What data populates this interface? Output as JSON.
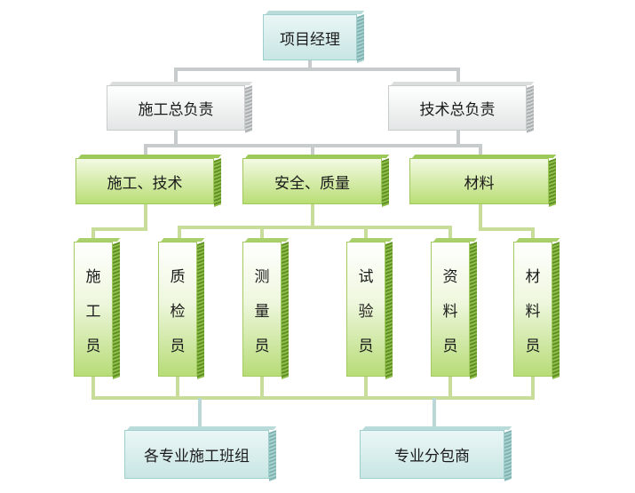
{
  "colors": {
    "teal": "#c8e6e4",
    "gray": "#e3e6e6",
    "green": "#b9de75",
    "connector_gray": "#c7cbcb",
    "connector_green": "#c9dd9a",
    "connector_teal": "#bcd8d6"
  },
  "chart": {
    "root": "项目经理",
    "level2": [
      "施工总负责",
      "技术总负责"
    ],
    "level3": [
      "施工、技术",
      "安全、质量",
      "材料"
    ],
    "roles": [
      [
        "施",
        "工",
        "员"
      ],
      [
        "质",
        "检",
        "员"
      ],
      [
        "测",
        "量",
        "员"
      ],
      [
        "试",
        "验",
        "员"
      ],
      [
        "资",
        "料",
        "员"
      ],
      [
        "材",
        "料",
        "员"
      ]
    ],
    "bottom": [
      "各专业施工班组",
      "专业分包商"
    ]
  }
}
